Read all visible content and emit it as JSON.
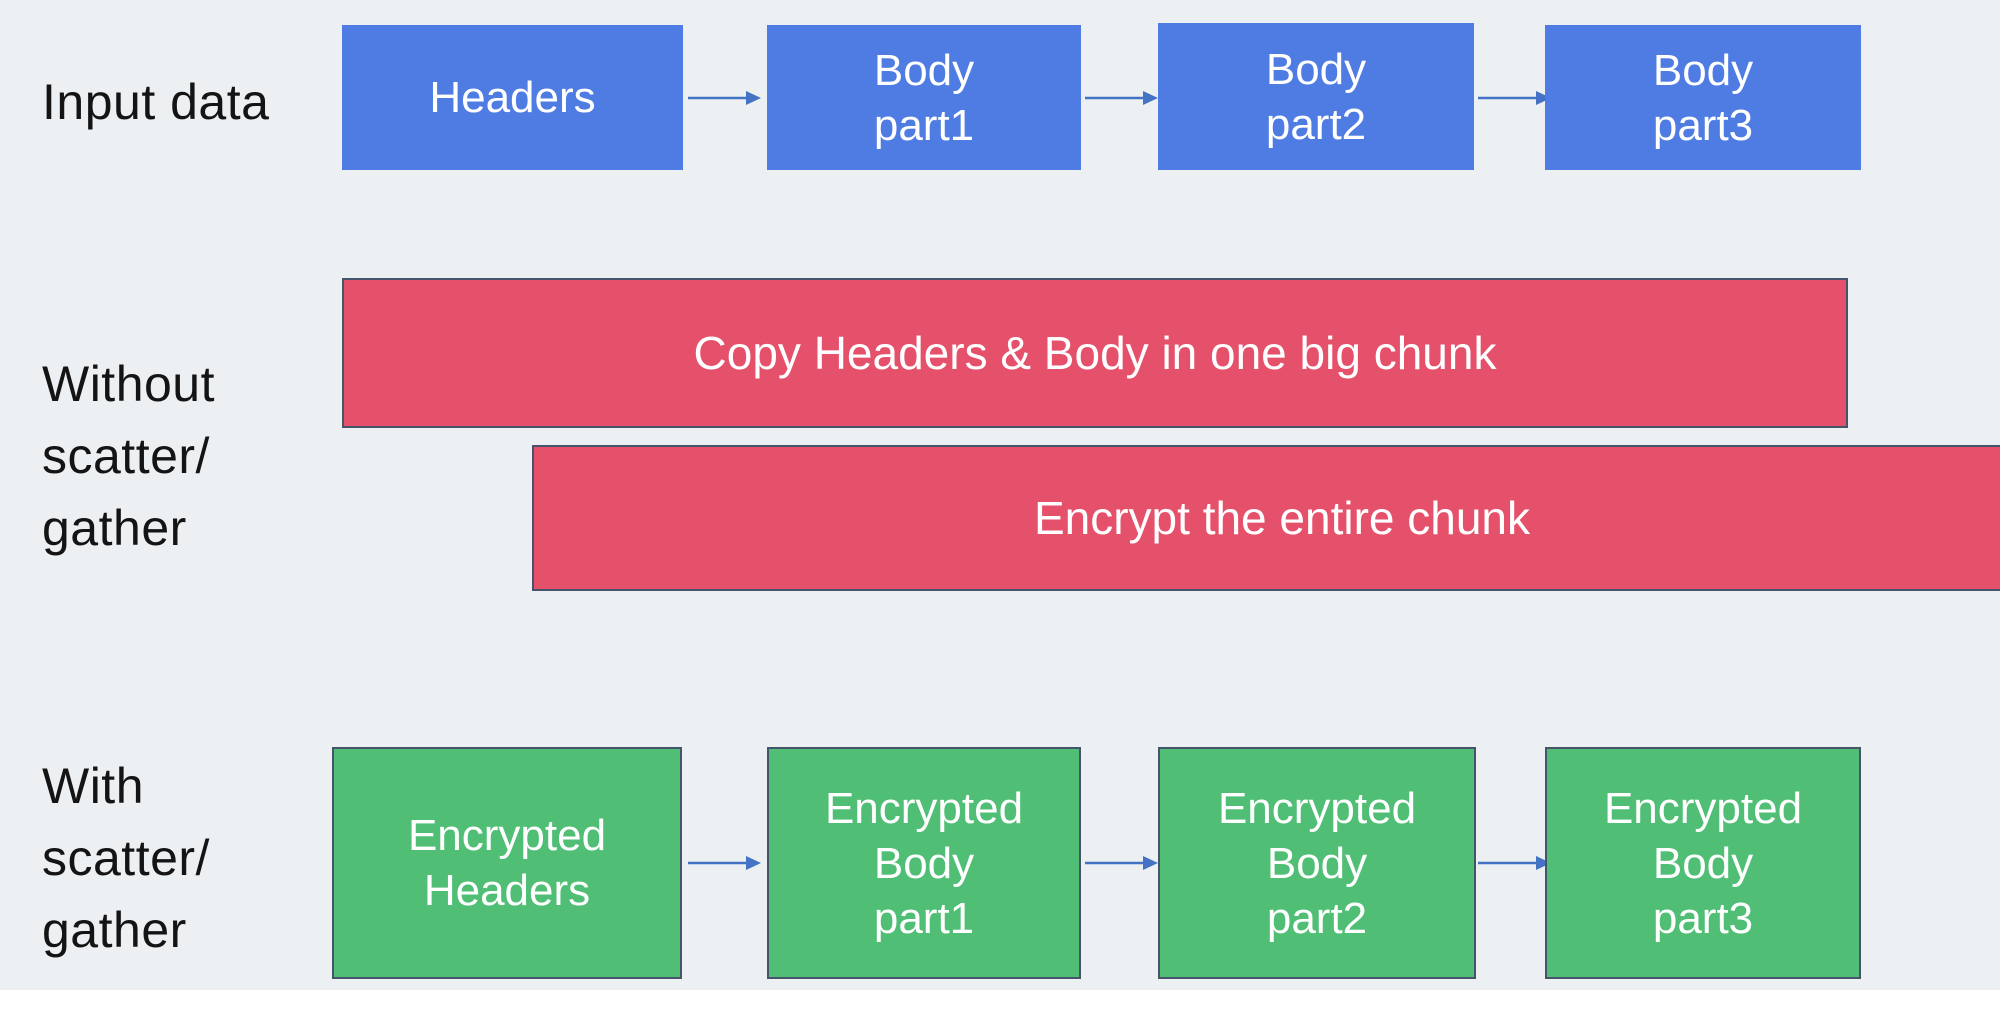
{
  "colors": {
    "background": "#edf0f2",
    "input_box": "#4e7ce2",
    "without_bar": "#e5506a",
    "with_box": "#50bf75",
    "arrow": "#4472c4",
    "box_text": "#ffffff",
    "label_text": "#141414"
  },
  "row_input": {
    "label": "Input data",
    "boxes": [
      {
        "text": "Headers"
      },
      {
        "text": "Body\npart1"
      },
      {
        "text": "Body\npart2"
      },
      {
        "text": "Body\npart3"
      }
    ]
  },
  "row_without": {
    "label": "Without\nscatter/\ngather",
    "bars": [
      {
        "text": "Copy Headers & Body in one big chunk"
      },
      {
        "text": "Encrypt the entire chunk"
      }
    ]
  },
  "row_with": {
    "label": "With\nscatter/\ngather",
    "boxes": [
      {
        "text": "Encrypted\nHeaders"
      },
      {
        "text": "Encrypted\nBody\npart1"
      },
      {
        "text": "Encrypted\nBody\npart2"
      },
      {
        "text": "Encrypted\nBody\npart3"
      }
    ]
  }
}
